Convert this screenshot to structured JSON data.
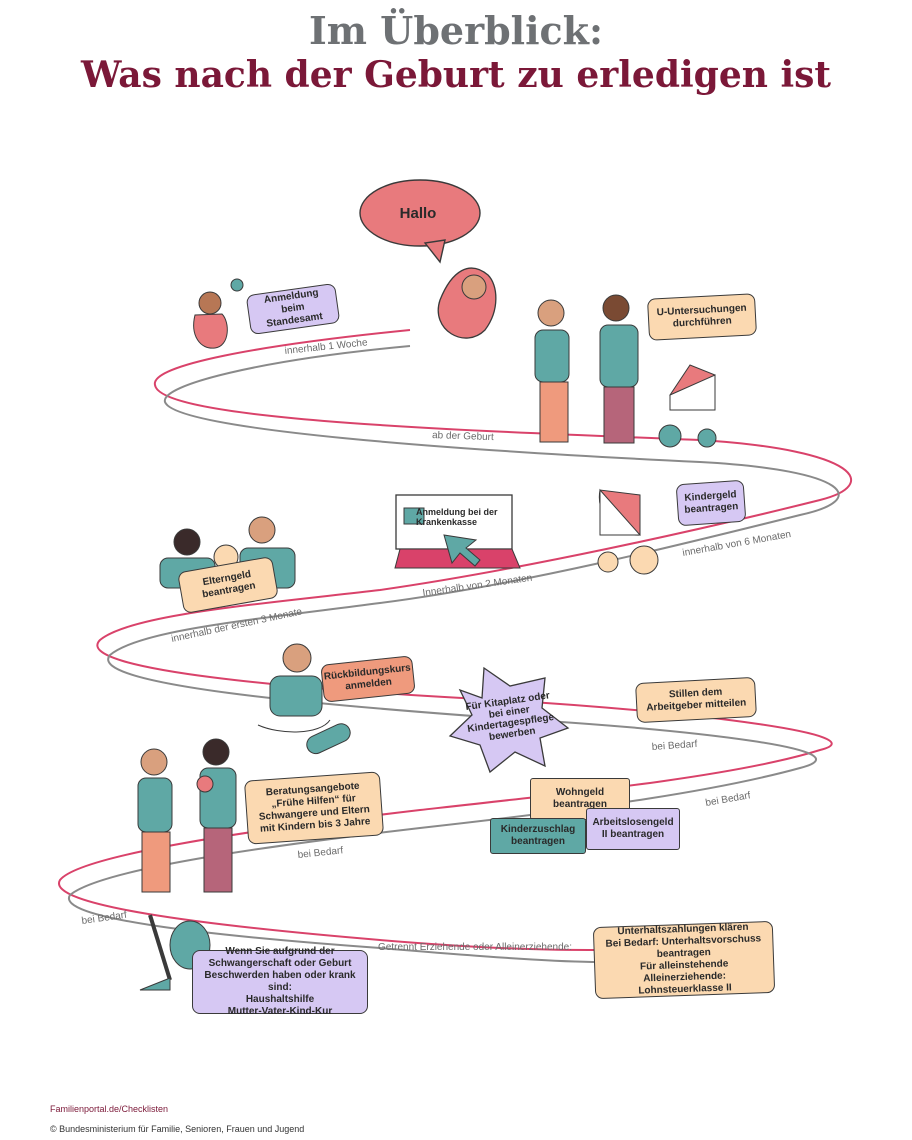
{
  "header": {
    "title_line1": "Im Überblick:",
    "title_line2": "Was nach der Geburt zu erledigen ist"
  },
  "speech": {
    "text": "Hallo"
  },
  "tasks": {
    "standesamt": "Anmeldung beim Standesamt",
    "u_untersuchungen": "U-Untersuchungen durchführen",
    "krankenkasse": "Anmeldung bei der Krankenkasse",
    "kindergeld": "Kindergeld beantragen",
    "elterngeld": "Elterngeld beantragen",
    "rueckbildung": "Rückbildungskurs anmelden",
    "kitaplatz": "Für Kitaplatz oder bei einer Kindertagespflege bewerben",
    "stillen": "Stillen dem Arbeitgeber mitteilen",
    "beratung": "Beratungsangebote „Frühe Hilfen“ für Schwangere und Eltern mit Kindern bis 3 Jahre",
    "wohngeld": "Wohngeld beantragen",
    "kinderzuschlag": "Kinderzuschlag beantragen",
    "arbeitslosengeld": "Arbeitslosengeld II beantragen",
    "unterhalt_1": "Unterhaltszahlungen klären",
    "unterhalt_2": "Bei Bedarf: Unterhaltsvorschuss beantragen",
    "unterhalt_3": "Für alleinstehende Alleinerziehende: Lohnsteuerklasse II",
    "haushaltshilfe_1": "Wenn Sie aufgrund der Schwangerschaft oder Geburt Beschwerden haben oder krank sind:",
    "haushaltshilfe_2": "Haushaltshilfe",
    "haushaltshilfe_3": "Mutter-Vater-Kind-Kur"
  },
  "path_labels": {
    "woche": "innerhalb 1 Woche",
    "geburt": "ab der Geburt",
    "sechs_monate": "innerhalb von 6 Monaten",
    "zwei_monate": "Innerhalb von 2 Monaten",
    "drei_monate": "innerhalb der ersten 3 Monate",
    "bedarf_1": "bei Bedarf",
    "bedarf_2": "bei Bedarf",
    "bedarf_3": "bei Bedarf",
    "bedarf_4": "bei Bedarf",
    "getrennt": "Getrennt Erziehende oder Alleinerziehende:"
  },
  "footer": {
    "link": "Familienportal.de/Checklisten",
    "copyright": "© Bundesministerium für Familie, Senioren, Frauen und Jugend"
  },
  "colors": {
    "title_grey": "#6e7174",
    "title_maroon": "#7b1838",
    "path_pink": "#d9426a",
    "path_grey": "#8a8a8a",
    "purple_box": "#d6c8f3",
    "peach_box": "#fbd9b1",
    "salmon": "#ef9a7d",
    "teal": "#5fa8a5",
    "pink_fill": "#e87a7d"
  }
}
